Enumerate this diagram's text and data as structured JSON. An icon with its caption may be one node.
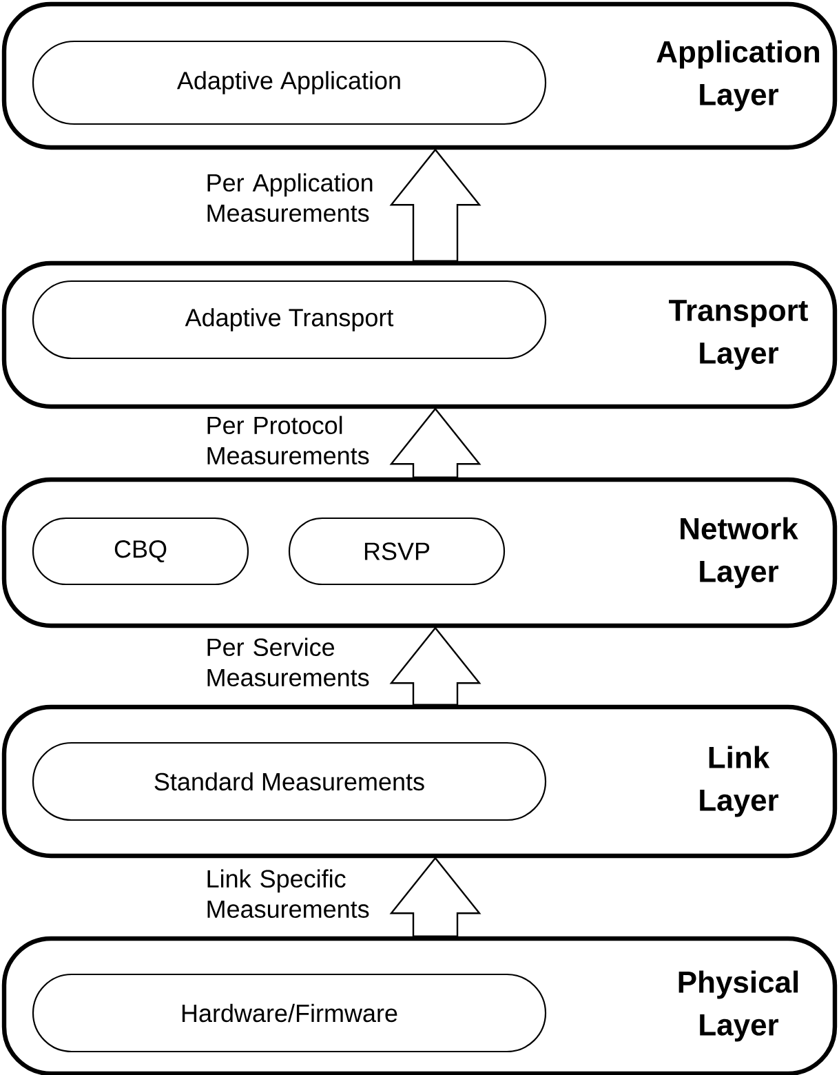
{
  "diagram": {
    "nodes": [
      {
        "text": [
          "Application Layer"
        ]
      },
      {
        "text": [
          "Adaptive Application"
        ],
        "in": 0
      },
      {
        "text": [
          "Transport Layer"
        ]
      },
      {
        "text": [
          "Adaptive Transport"
        ],
        "in": 2
      },
      {
        "text": [
          "Network Layer"
        ]
      },
      {
        "text": [
          "CBQ"
        ],
        "in": 4
      },
      {
        "text": [
          "RSVP"
        ],
        "in": 4
      },
      {
        "text": [
          "Link Layer"
        ]
      },
      {
        "text": [
          "Standard Measurements"
        ],
        "in": 7
      },
      {
        "text": [
          "Physical Layer"
        ]
      },
      {
        "text": [
          "Hardware/Firmware"
        ],
        "in": 9
      }
    ],
    "edges": [
      {
        "from": 2,
        "to": 0,
        "arrow": "to",
        "label": "Per Application Measurements"
      },
      {
        "from": 4,
        "to": 2,
        "arrow": "to",
        "label": "Per Protocol Measurements"
      },
      {
        "from": 7,
        "to": 4,
        "arrow": "to",
        "label": "Per Service Measurements"
      },
      {
        "from": 9,
        "to": 7,
        "arrow": "to",
        "label": "Link Specific Measurements"
      }
    ]
  }
}
